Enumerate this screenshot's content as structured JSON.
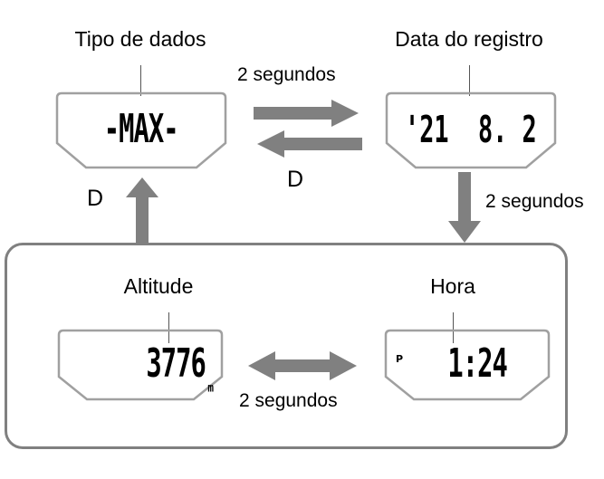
{
  "diagram": {
    "title_semantics": "watch-display-transition-diagram",
    "colors": {
      "arrow_gray": "#808080",
      "frame_gray": "#a0a0a0",
      "box_gray": "#808080",
      "text_black": "#000000",
      "background": "#ffffff"
    }
  },
  "displays": {
    "data_type": {
      "caption": "Tipo de dados",
      "value": "-MAX-"
    },
    "record_date": {
      "caption": "Data do registro",
      "value": "'21  8. 2"
    },
    "altitude": {
      "caption": "Altitude",
      "value": "3776",
      "unit": "m"
    },
    "time": {
      "caption": "Hora",
      "value": "1:24",
      "meridiem_flag": "P"
    }
  },
  "transitions": {
    "top_forward": {
      "label": "2 segundos",
      "direction": "right"
    },
    "top_back": {
      "label": "D",
      "direction": "left"
    },
    "left_up": {
      "label": "D",
      "direction": "up"
    },
    "right_down": {
      "label": "2 segundos",
      "direction": "down"
    },
    "bottom_both": {
      "label": "2 segundos",
      "direction": "both"
    }
  }
}
